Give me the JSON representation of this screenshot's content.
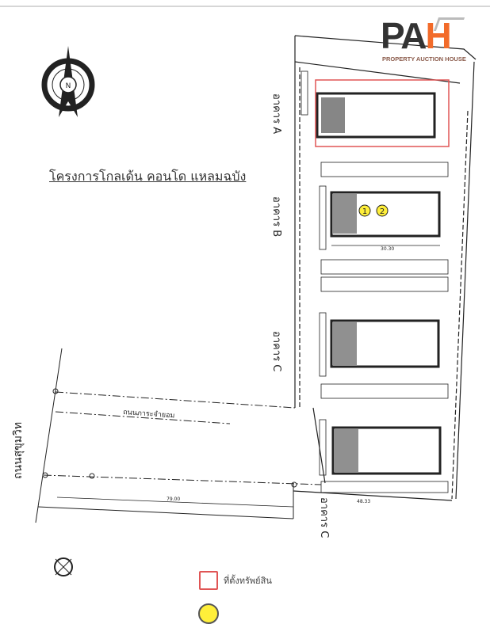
{
  "title": "โครงการโกลเด้น คอนโด แหลมฉบัง",
  "logo": {
    "letters_dark": "PA",
    "letter_accent": "H",
    "subtitle": "PROPERTY AUCTION HOUSE",
    "accent_color": "#f26b2a"
  },
  "buildings": [
    {
      "label": "อาคาร A",
      "highlighted": true
    },
    {
      "label": "อาคาร B",
      "markers": [
        "1",
        "2"
      ]
    },
    {
      "label": "อาคาร C"
    },
    {
      "label": "อาคาร C"
    }
  ],
  "roads": {
    "main": "ถนนสุขุมวิท",
    "servitude": "ถนนภาระจำยอม"
  },
  "dimensions": {
    "building_b_length": "30.30",
    "bottom_left": "79.00",
    "bottom_right": "48.33"
  },
  "north_label": "N",
  "legend": {
    "property_location": "ที่ตั้งทรัพย์สิน",
    "highlight_color": "#e05555"
  },
  "marker_color": "#ffef3a"
}
